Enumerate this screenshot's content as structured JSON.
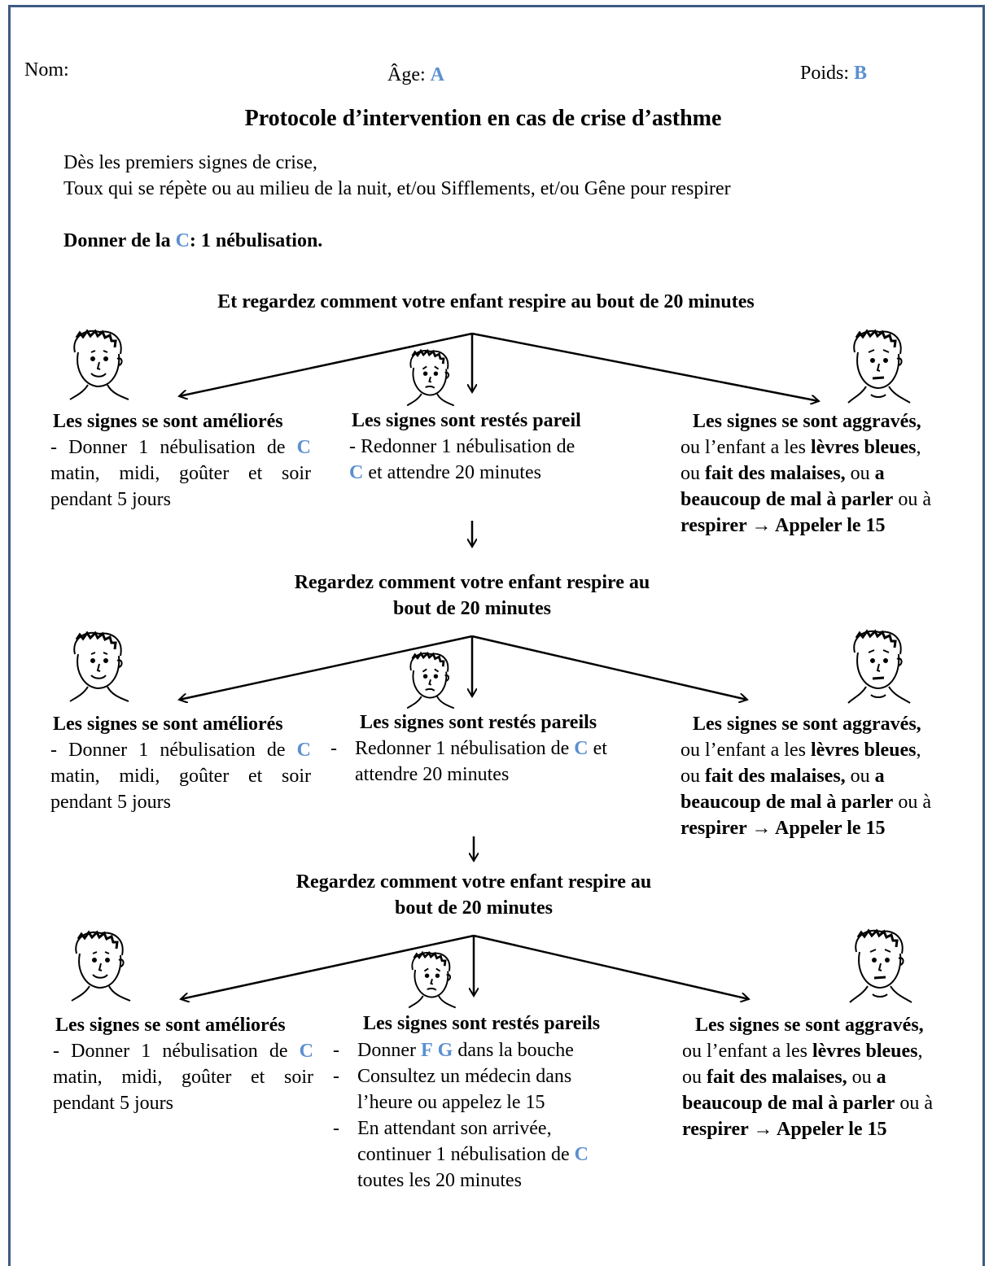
{
  "header": {
    "nom_label": "Nom:",
    "age_label": "Âge:",
    "age_value": "A",
    "poids_label": "Poids:",
    "poids_value": "B"
  },
  "title": "Protocole d’intervention en cas de crise d’asthme",
  "intro": {
    "line1": "Dès les premiers signes de crise,",
    "line2": "Toux qui se répète ou au milieu de la nuit, et/ou Sifflements, et/ou Gêne pour respirer"
  },
  "first_dose": {
    "before": "Donner de la ",
    "drug": "C",
    "after": ": 1 nébulisation."
  },
  "checks": [
    {
      "line1": "Et regardez comment votre enfant respire au bout de 20 minutes",
      "line2": ""
    },
    {
      "line1": "Regardez comment votre enfant respire au",
      "line2": "bout de 20 minutes"
    },
    {
      "line1": "Regardez comment votre enfant respire au",
      "line2": "bout de 20 minutes"
    }
  ],
  "improved": {
    "heading": "Les signes se sont améliorés",
    "text_before": "- Donner 1 nébulisation de ",
    "drug": "C",
    "text_after": " matin, midi, goûter et soir pendant 5 jours"
  },
  "same": [
    {
      "heading": "Les signes sont restés pareil",
      "line1_before": "- Redonner 1 nébulisation de",
      "drug": "C",
      "line2_after": " et attendre 20 minutes"
    },
    {
      "heading": "Les signes sont restés pareils",
      "dash": "-",
      "line1_before": "Redonner 1 nébulisation de ",
      "drug": "C",
      "line1_after": " et",
      "line2": "attendre 20 minutes"
    },
    {
      "heading": "Les signes sont restés pareils",
      "items": {
        "dash": "-",
        "a_before": "Donner ",
        "a_drug1": "F",
        "a_drug2": "G",
        "a_after": " dans la bouche",
        "b_line1": "Consultez un médecin dans",
        "b_line2": "l’heure ou appelez le 15",
        "c_line1": "En attendant son arrivée,",
        "c_line2_before": "continuer 1 nébulisation de ",
        "c_drug": "C",
        "c_line3": "toutes les 20 minutes"
      }
    }
  ],
  "worse": {
    "heading": "Les signes se sont aggravés,",
    "l2_a": "ou l’enfant a les ",
    "l2_b": "lèvres bleues",
    "l2_c": ",",
    "l3_a": "ou ",
    "l3_b": "fait des malaises,",
    "l3_c": " ou ",
    "l3_d": "a",
    "l4_a": "beaucoup de mal à parler",
    "l4_b": " ou à",
    "l5_a": "respirer ",
    "l5_arrow": "→",
    "l5_b": " Appeler le 15"
  },
  "colors": {
    "accent": "#5b8fd0",
    "border": "#3d5b83"
  },
  "icons": [
    "happy-child-face-icon",
    "worried-child-face-icon",
    "distressed-child-face-icon"
  ]
}
